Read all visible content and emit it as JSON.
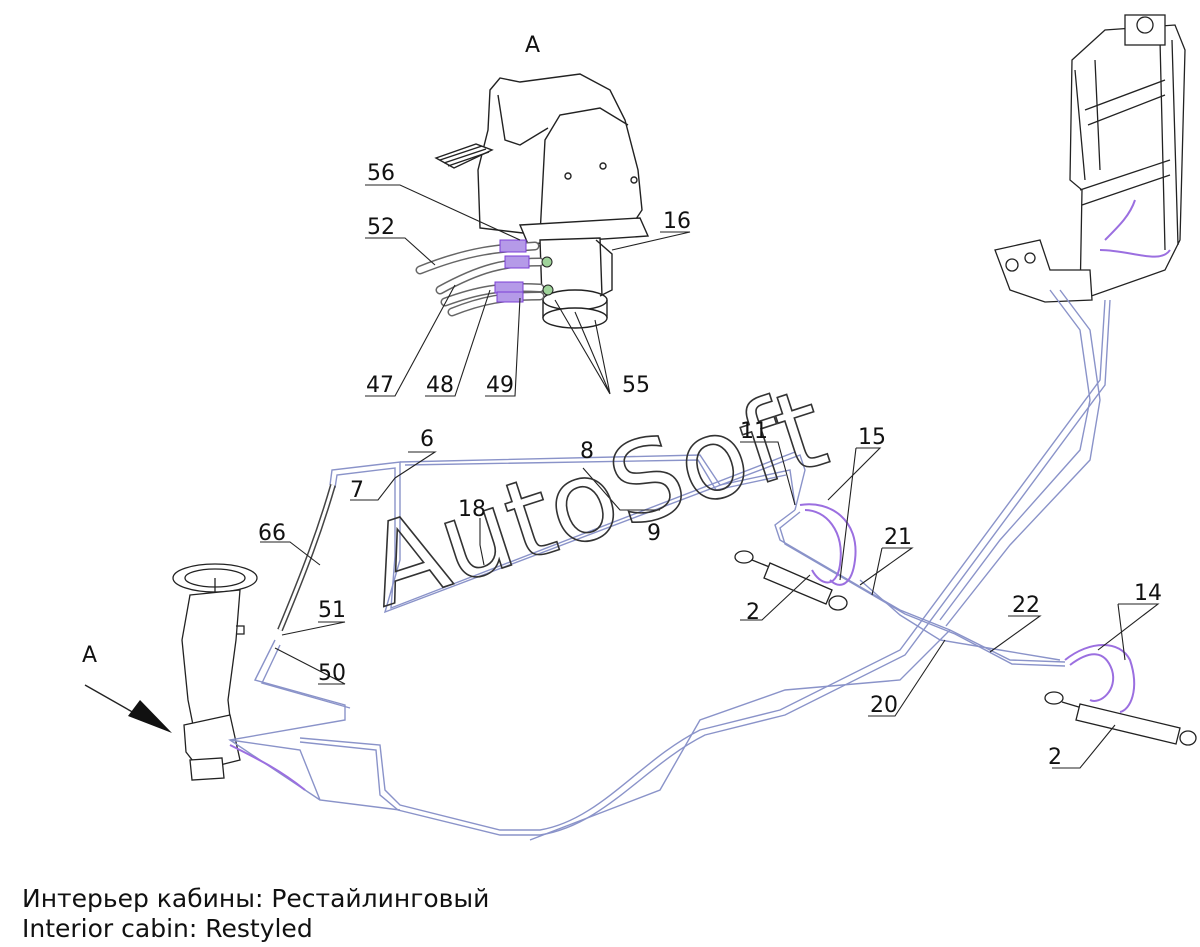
{
  "watermark": "AutoSoft",
  "view_label_top": "A",
  "view_label_left": "A",
  "callouts": {
    "c56": "56",
    "c52": "52",
    "c16": "16",
    "c47": "47",
    "c48": "48",
    "c49": "49",
    "c55": "55",
    "c6": "6",
    "c7": "7",
    "c8": "8",
    "c9": "9",
    "c11": "11",
    "c15": "15",
    "c18": "18",
    "c66": "66",
    "c51": "51",
    "c50": "50",
    "c2a": "2",
    "c21": "21",
    "c22": "22",
    "c14": "14",
    "c20": "20",
    "c2b": "2"
  },
  "caption": {
    "ru": "Интерьер кабины: Рестайлинговый",
    "en": "Interior cabin: Restyled"
  },
  "colors": {
    "hose": "#8a93c9",
    "fitting": "#7b3fd6",
    "line": "#222222",
    "watermark": "#c8c8c8"
  }
}
